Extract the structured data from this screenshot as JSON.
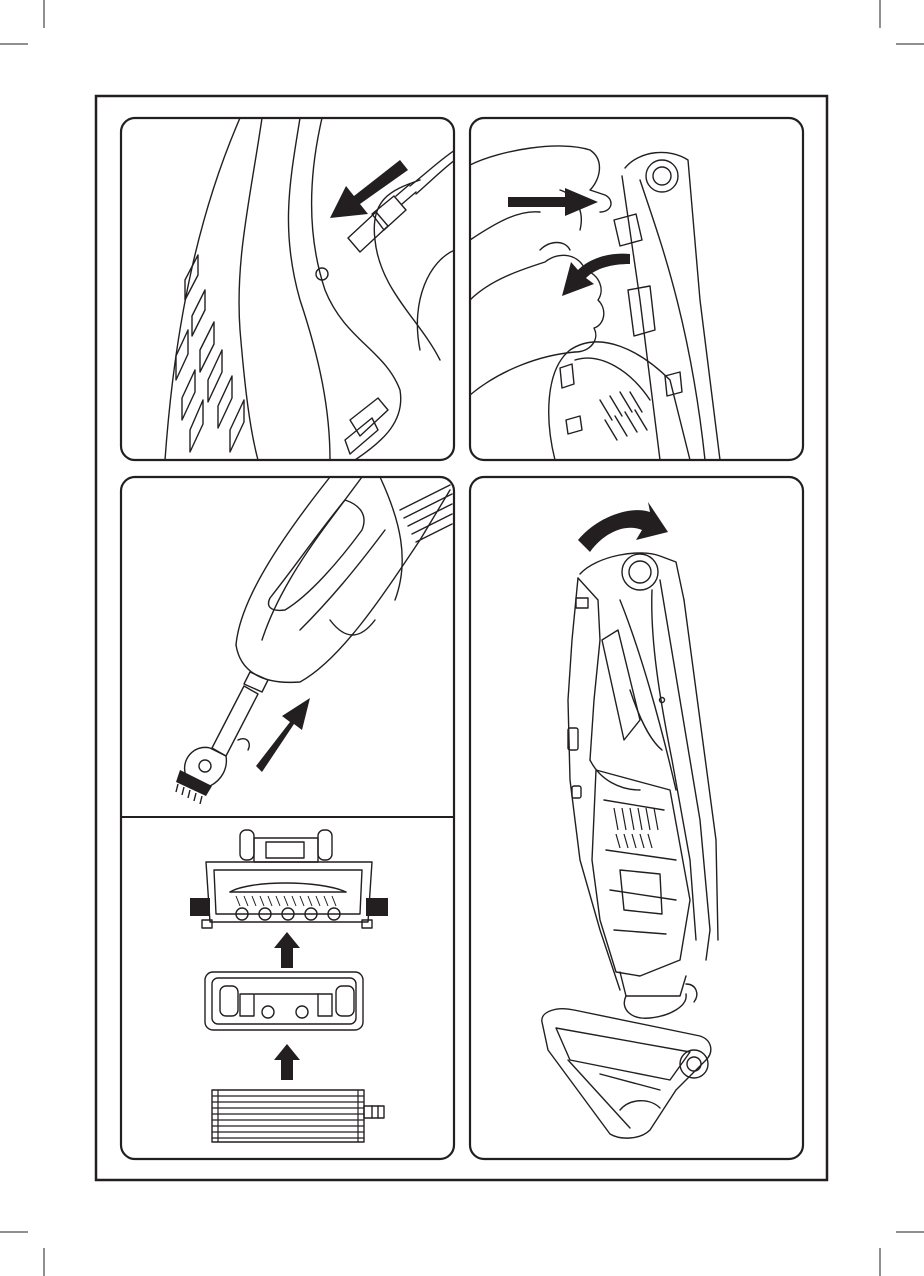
{
  "document": {
    "panels": [
      {
        "id": "charger-plug",
        "icons": [
          "charger-plug-icon",
          "arrow-icon"
        ]
      },
      {
        "id": "release-handheld",
        "icons": [
          "hand-icon",
          "arrow-icon",
          "curved-arrow-icon"
        ]
      },
      {
        "id": "attach-brush-tool",
        "icons": [
          "brush-tool-icon",
          "arrow-icon"
        ]
      },
      {
        "id": "floor-head-assembly",
        "icons": [
          "floor-head-icon",
          "filter-frame-icon",
          "brush-roll-icon",
          "arrow-icon"
        ]
      },
      {
        "id": "stick-vacuum-upright",
        "icons": [
          "stick-vacuum-icon",
          "curved-arrow-icon"
        ]
      }
    ],
    "colors": {
      "ink": "#231f20",
      "paper": "#ffffff"
    }
  }
}
